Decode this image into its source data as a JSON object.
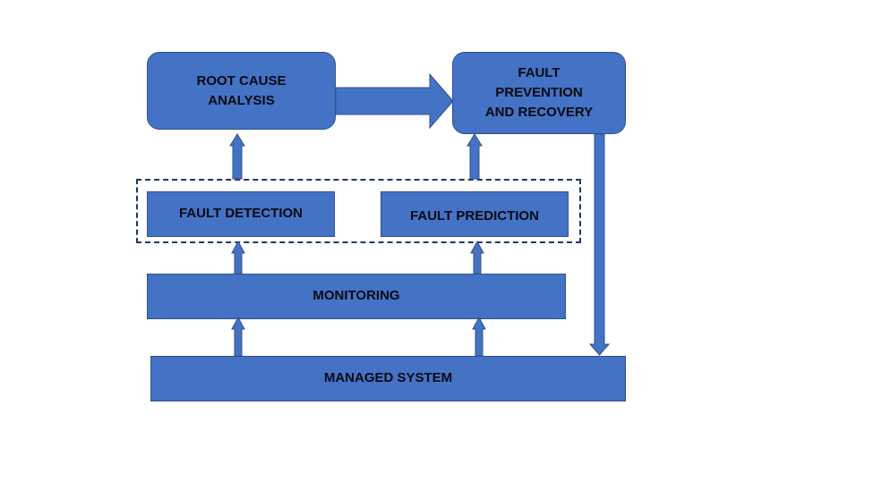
{
  "diagram": {
    "nodes": {
      "root_cause_analysis": "ROOT CAUSE\nANALYSIS",
      "fault_prevention_recovery": "FAULT\nPREVENTION\nAND RECOVERY",
      "fault_detection": "FAULT DETECTION",
      "fault_prediction": "FAULT PREDICTION",
      "monitoring": "MONITORING",
      "managed_system": "MANAGED SYSTEM"
    },
    "edges": [
      {
        "from": "managed_system",
        "to": "monitoring"
      },
      {
        "from": "managed_system",
        "to": "monitoring"
      },
      {
        "from": "monitoring",
        "to": "fault_detection"
      },
      {
        "from": "monitoring",
        "to": "fault_prediction"
      },
      {
        "from": "fault_detection",
        "to": "root_cause_analysis"
      },
      {
        "from": "fault_prediction",
        "to": "fault_prevention_recovery"
      },
      {
        "from": "root_cause_analysis",
        "to": "fault_prevention_recovery"
      },
      {
        "from": "fault_prevention_recovery",
        "to": "managed_system"
      }
    ],
    "colors": {
      "box_fill": "#4472c4",
      "box_border": "#2f528f",
      "dashed_border": "#203864",
      "text": "#0a0a14"
    }
  }
}
